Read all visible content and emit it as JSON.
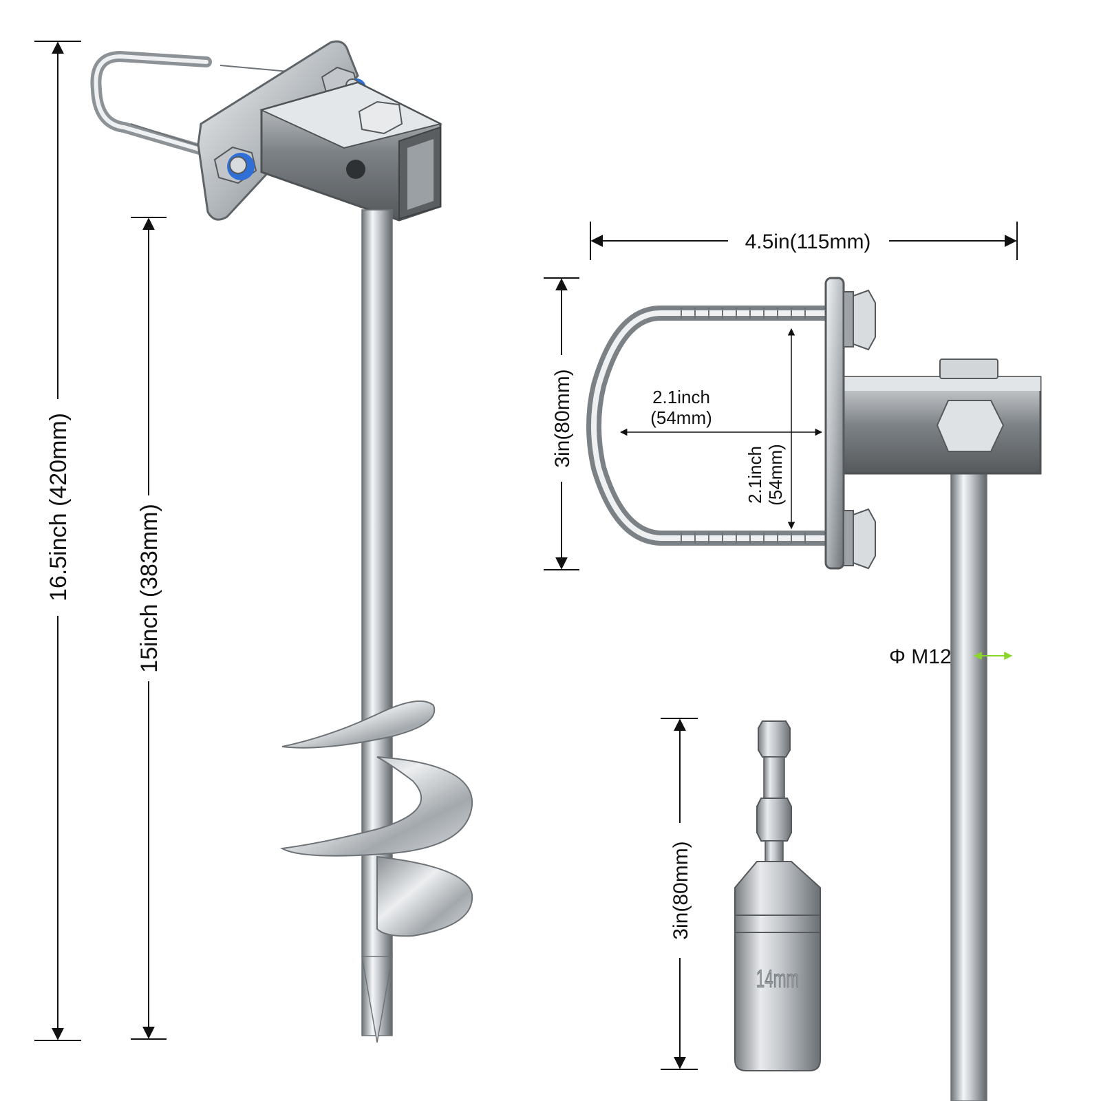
{
  "dimensions": {
    "total_height": "16.5inch (420mm)",
    "auger_length": "15inch (383mm)",
    "bracket_width": "4.5in(115mm)",
    "ubolt_height": "3in(80mm)",
    "ubolt_inner_width": [
      "2.1inch",
      "(54mm)"
    ],
    "ubolt_inner_height": [
      "2.1inch",
      "(54mm)"
    ],
    "rod_diameter": "Φ M12",
    "socket_length": "3in(80mm)"
  },
  "socket": {
    "size_label": "14mm"
  },
  "icons": [
    "auger-anchor-icon",
    "u-bolt-bracket-icon",
    "hex-socket-adapter-icon"
  ],
  "colors": {
    "metal_light": "#eef0f2",
    "metal_mid": "#a9aeb3",
    "metal_dark": "#5f6468",
    "nut_blue": "#2f6fd6",
    "arrow": "#111111",
    "diameter_marker": "#8bd62a"
  }
}
